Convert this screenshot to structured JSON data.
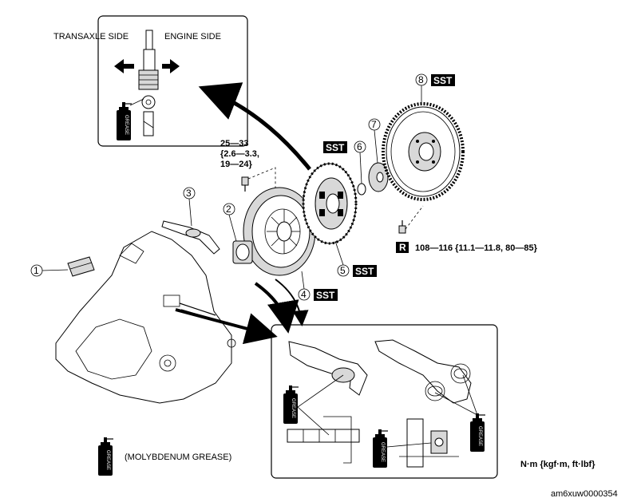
{
  "labels": {
    "transaxle_side": "TRANSAXLE SIDE",
    "engine_side": "ENGINE SIDE",
    "torque_upper_1": "25—33",
    "torque_upper_2": "{2.6—3.3,",
    "torque_upper_3": "19—24}",
    "torque_lower": "108—116 {11.1—11.8, 80—85}",
    "r_mark": "R",
    "sst": "SST",
    "grease": "GREASE",
    "molybdenum_grease": "(MOLYBDENUM GREASE)",
    "units": "N·m {kgf·m,  ft·lbf}",
    "figure_code": "am6xuw0000354"
  },
  "callouts": [
    "1",
    "2",
    "3",
    "4",
    "5",
    "6",
    "7",
    "8"
  ],
  "colors": {
    "line": "#000000",
    "badge": "#000000",
    "badge_text": "#ffffff"
  },
  "icons": [
    "grease-can-icon",
    "left-arrow-icon",
    "right-arrow-icon",
    "bolt-icon"
  ]
}
